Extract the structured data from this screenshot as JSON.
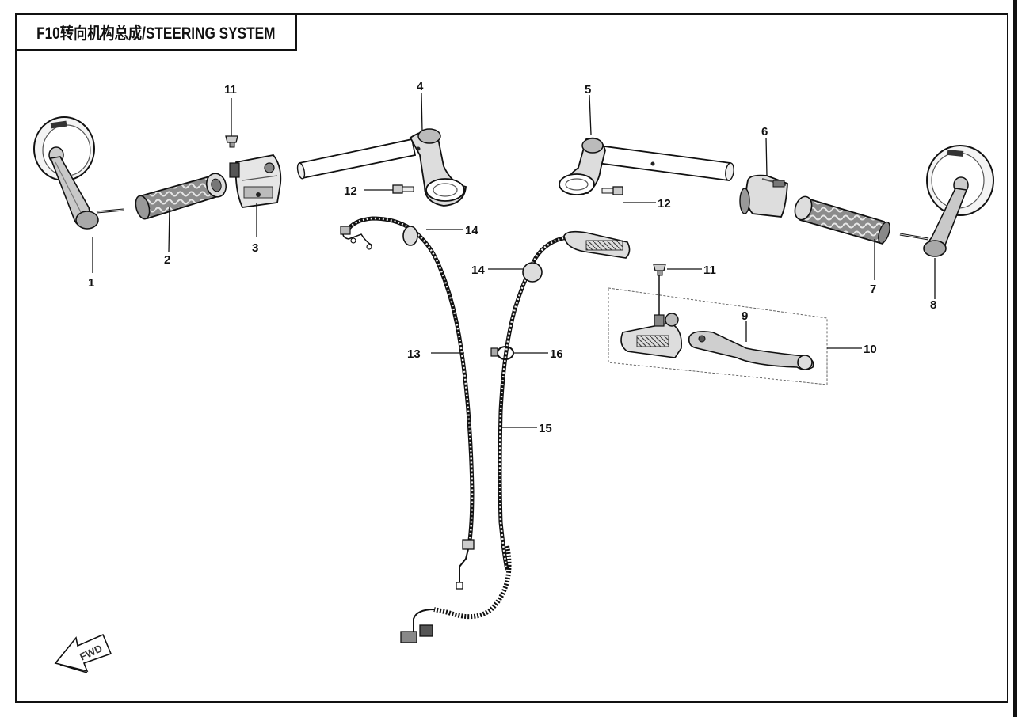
{
  "title": "F10转向机构总成/STEERING SYSTEM",
  "fwd_label": "FWD",
  "callouts": {
    "n1": "1",
    "n2": "2",
    "n3": "3",
    "n4": "4",
    "n5": "5",
    "n6": "6",
    "n7": "7",
    "n8": "8",
    "n9": "9",
    "n10": "10",
    "n11a": "11",
    "n11b": "11",
    "n12a": "12",
    "n12b": "12",
    "n13": "13",
    "n14a": "14",
    "n14b": "14",
    "n15": "15",
    "n16": "16"
  },
  "colors": {
    "line": "#111111",
    "part_fill": "#f2f2f2",
    "part_shade": "#9a9a9a",
    "part_dark": "#3a3a3a"
  }
}
